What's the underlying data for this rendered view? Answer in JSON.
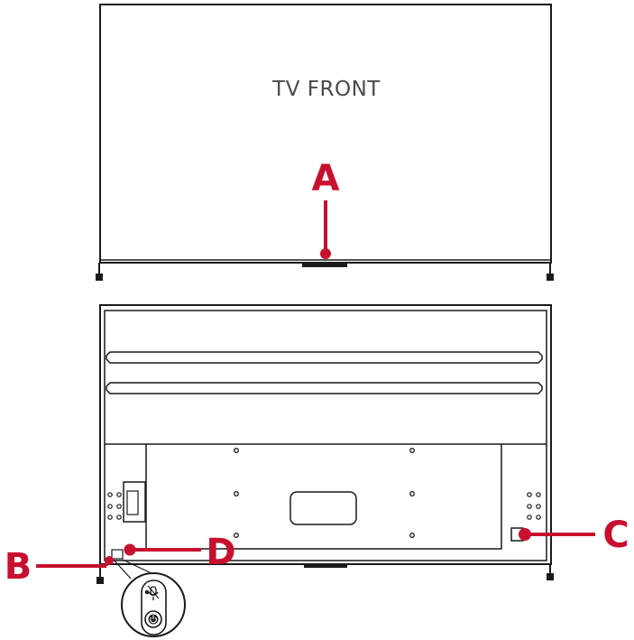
{
  "front_label": "TV FRONT",
  "callouts": [
    {
      "id": "A",
      "letter": "A"
    },
    {
      "id": "B",
      "letter": "B"
    },
    {
      "id": "C",
      "letter": "C"
    },
    {
      "id": "D",
      "letter": "D"
    }
  ],
  "colors": {
    "callout": "#c8102e",
    "line": "#1a1a1a",
    "text": "#4a4a4a"
  },
  "icons": [
    "microphone-switch-icon",
    "power-icon"
  ]
}
